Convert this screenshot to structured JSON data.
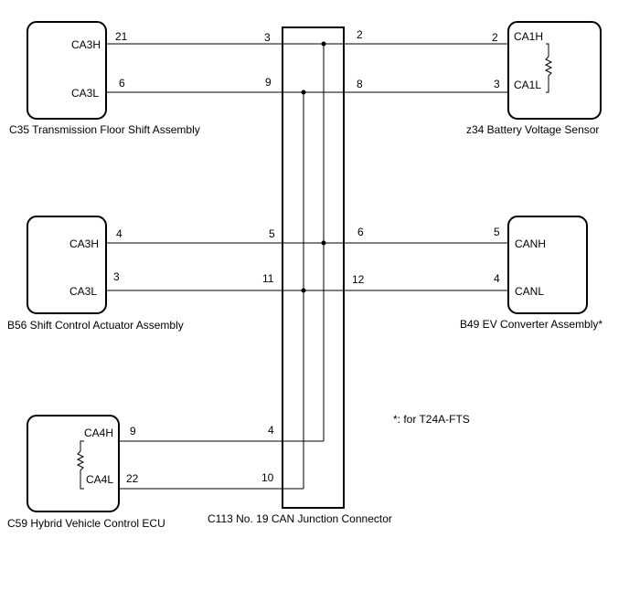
{
  "components": {
    "c35": {
      "label": "C35  Transmission Floor Shift Assembly",
      "pin_high": "CA3H",
      "pin_low": "CA3L"
    },
    "z34": {
      "label": "z34  Battery Voltage Sensor",
      "pin_high": "CA1H",
      "pin_low": "CA1L"
    },
    "b56": {
      "label": "B56  Shift Control Actuator Assembly",
      "pin_high": "CA3H",
      "pin_low": "CA3L"
    },
    "b49": {
      "label": "B49  EV Converter Assembly*",
      "pin_high": "CANH",
      "pin_low": "CANL"
    },
    "c59": {
      "label": "C59  Hybrid Vehicle Control ECU",
      "pin_high": "CA4H",
      "pin_low": "CA4L"
    },
    "c113": {
      "label": "C113  No. 19 CAN Junction Connector"
    }
  },
  "note": "*: for T24A-FTS",
  "pins": {
    "c35_h": "21",
    "c35_l": "6",
    "c113_3": "3",
    "c113_9": "9",
    "c113_2": "2",
    "c113_8": "8",
    "z34_h": "2",
    "z34_l": "3",
    "b56_h": "4",
    "b56_l": "3",
    "c113_5": "5",
    "c113_11": "11",
    "c113_6": "6",
    "c113_12": "12",
    "b49_h": "5",
    "b49_l": "4",
    "c59_h": "9",
    "c59_l": "22",
    "c113_4": "4",
    "c113_10": "10"
  }
}
